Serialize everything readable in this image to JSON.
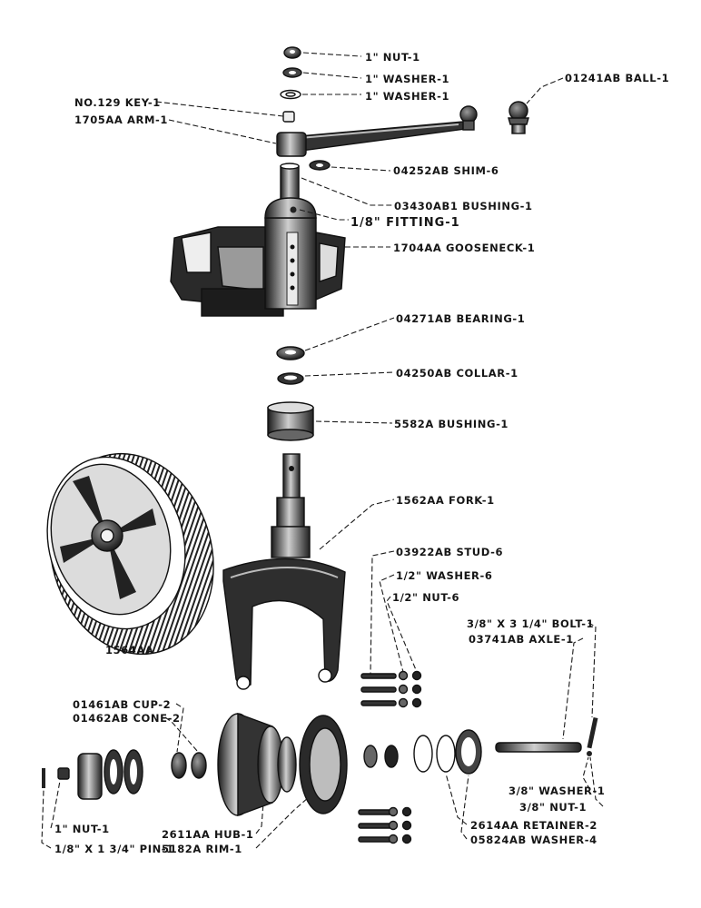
{
  "labels": {
    "nut_top": "1\" NUT-1",
    "washer_a": "1\" WASHER-1",
    "washer_b": "1\" WASHER-1",
    "ball": "01241AB BALL-1",
    "key": "NO.129 KEY-1",
    "arm": "1705AA ARM-1",
    "shim": "04252AB SHIM-6",
    "bushing_top": "03430AB1 BUSHING-1",
    "fitting": "1/8\" FITTING-1",
    "gooseneck": "1704AA GOOSENECK-1",
    "bearing": "04271AB BEARING-1",
    "collar": "04250AB COLLAR-1",
    "bushing_mid": "5582A BUSHING-1",
    "fork": "1562AA FORK-1",
    "stud": "03922AB STUD-6",
    "washer_half": "1/2\" WASHER-6",
    "nut_half": "1/2\" NUT-6",
    "wheel": "1564AA",
    "bolt": "3/8\" X 3 1/4\" BOLT-1",
    "axle": "03741AB AXLE-1",
    "cup": "01461AB CUP-2",
    "cone": "01462AB CONE-2",
    "washer_38": "3/8\" WASHER-1",
    "nut_38": "3/8\" NUT-1",
    "retainer": "2614AA RETAINER-2",
    "washer_4": "05824AB WASHER-4",
    "hub": "2611AA HUB-1",
    "rim": "5182A RIM-1",
    "nut_bottom": "1\" NUT-1",
    "pin": "1/8\" X 1 3/4\" PIN-1"
  },
  "colors": {
    "ink": "#111111",
    "paper": "#ffffff",
    "shade": "#444444"
  }
}
